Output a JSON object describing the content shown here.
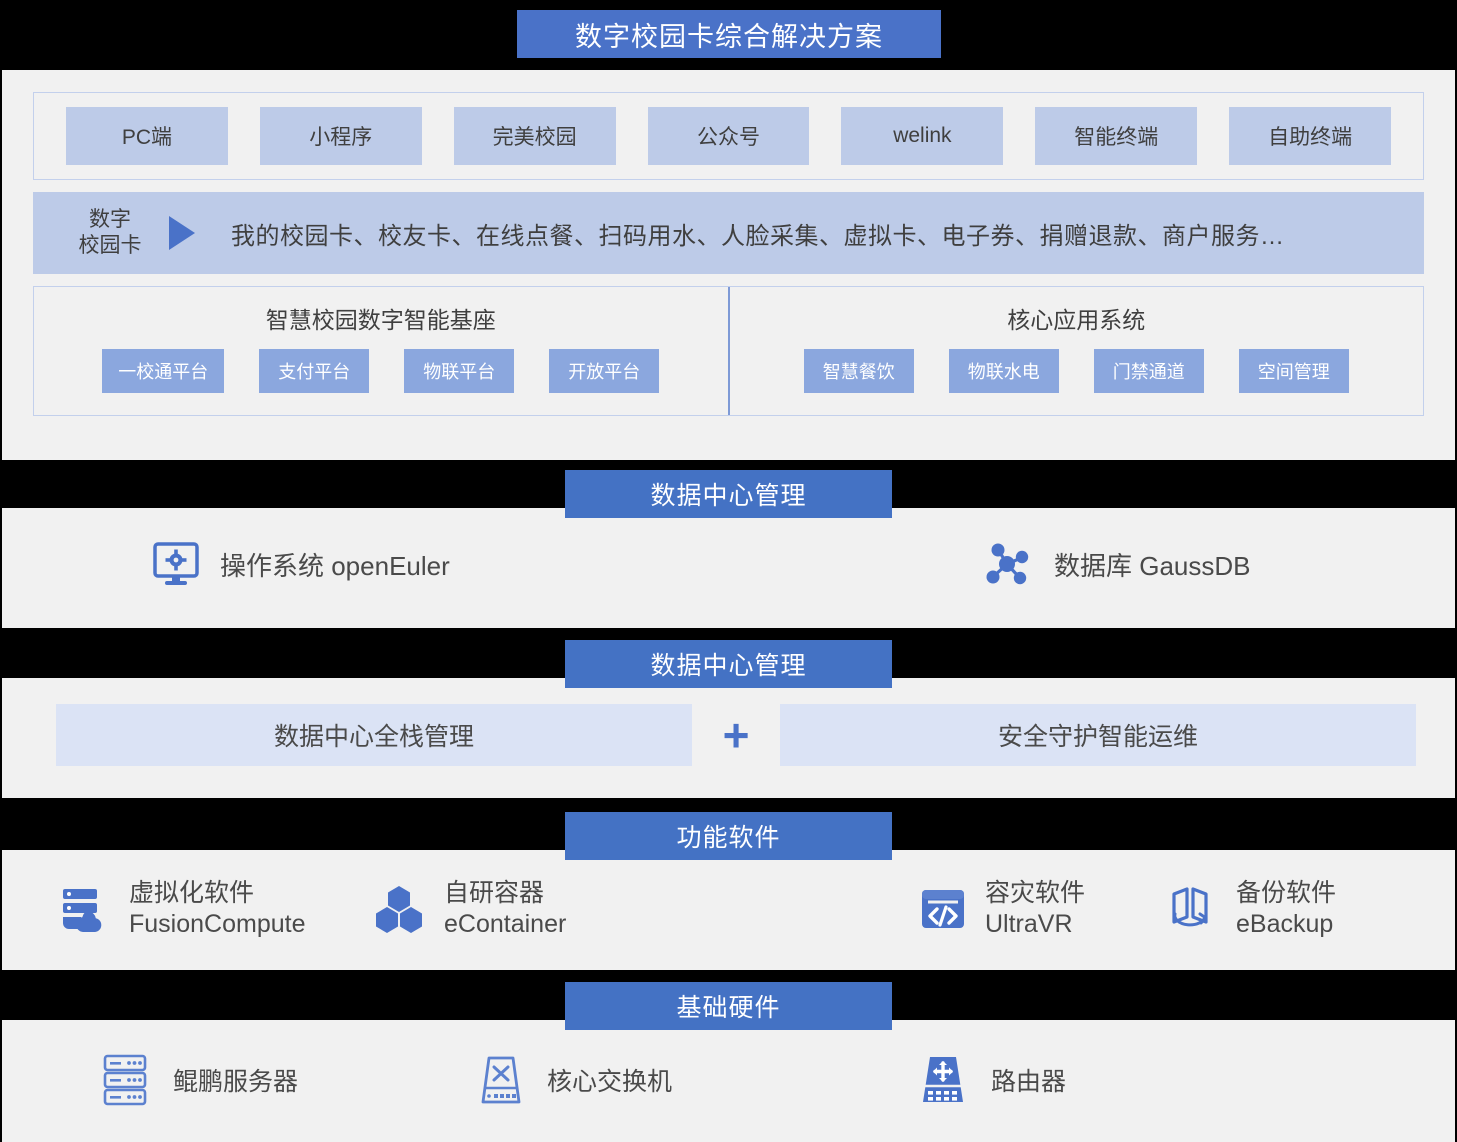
{
  "title": "数字校园卡综合解决方案",
  "colors": {
    "title_bg": "#4a72c8",
    "band_bg": "#4472c4",
    "chip_light": "#bdcbe8",
    "chip_medium": "#8ba7de",
    "chip_pale": "#dbe3f5",
    "panel_bg": "#f1f1f1",
    "icon_blue": "#4a72c8",
    "icon_gray_blue": "#6d82b8",
    "text": "#4a4a4a"
  },
  "application_section": {
    "terminals": [
      {
        "label": "PC端"
      },
      {
        "label": "小程序"
      },
      {
        "label": "完美校园"
      },
      {
        "label": "公众号"
      },
      {
        "label": "welink"
      },
      {
        "label": "智能终端"
      },
      {
        "label": "自助终端"
      }
    ],
    "card_band": {
      "label": "数字\n校园卡",
      "arrow_icon": "triangle-right-icon",
      "features": "我的校园卡、校友卡、在线点餐、扫码用水、人脸采集、虚拟卡、电子券、捐赠退款、商户服务…"
    },
    "platforms": [
      {
        "title": "智慧校园数字智能基座",
        "chips": [
          "一校通平台",
          "支付平台",
          "物联平台",
          "开放平台"
        ]
      },
      {
        "title": "核心应用系统",
        "chips": [
          "智慧餐饮",
          "物联水电",
          "门禁通道",
          "空间管理"
        ]
      }
    ]
  },
  "datacenter_base_section": {
    "header": "数据中心管理",
    "items": [
      {
        "icon": "monitor-gear-icon",
        "label": "操作系统  openEuler"
      },
      {
        "icon": "database-node-graph-icon",
        "label": "数据库  GaussDB"
      }
    ]
  },
  "datacenter_mgmt_section": {
    "header": "数据中心管理",
    "left_label": "数据中心全栈管理",
    "plus": "+",
    "right_label": "安全守护智能运维"
  },
  "software_section": {
    "header": "功能软件",
    "items": [
      {
        "icon": "server-cloud-icon",
        "label": "虚拟化软件\nFusionCompute"
      },
      {
        "icon": "hexagons-icon",
        "label": "自研容器\neContainer"
      },
      {
        "icon": "code-window-icon",
        "label": "容灾软件\nUltraVR"
      },
      {
        "icon": "backup-panels-icon",
        "label": "备份软件\neBackup"
      }
    ]
  },
  "hardware_section": {
    "header": "基础硬件",
    "items": [
      {
        "icon": "server-rack-icon",
        "label": "鲲鹏服务器"
      },
      {
        "icon": "switch-icon",
        "label": "核心交换机"
      },
      {
        "icon": "router-icon",
        "label": "路由器"
      }
    ]
  }
}
